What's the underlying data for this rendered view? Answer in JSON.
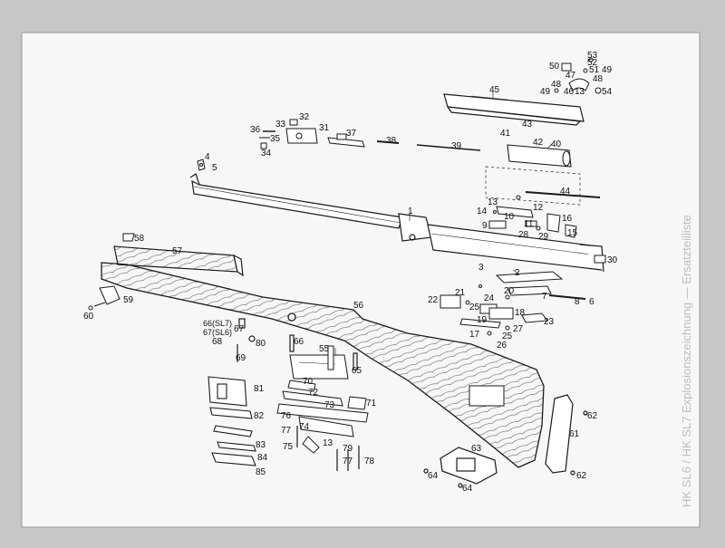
{
  "diagram": {
    "rotated_caption": "HK SL6 / HK SL7 Explosionszeichnung — Ersatzteilliste",
    "colors": {
      "paper": "#f7f7f7",
      "ink": "#1a1a1a",
      "background": "#c7c7c7"
    },
    "part_labels": {
      "p1": "1",
      "p2": "2",
      "p3": "3",
      "p4": "4",
      "p5": "5",
      "p6": "6",
      "p7": "7",
      "p8": "8",
      "p9": "9",
      "p10": "10",
      "p11": "11",
      "p12": "12",
      "p13": "13",
      "p13b": "13",
      "p13c": "13",
      "p14": "14",
      "p15": "15",
      "p16": "16",
      "p17": "17",
      "p18": "18",
      "p19": "19",
      "p20": "20",
      "p21": "21",
      "p22": "22",
      "p23": "23",
      "p24": "24",
      "p25": "25",
      "p25b": "25",
      "p26": "26",
      "p27": "27",
      "p28": "28",
      "p29": "29",
      "p30": "30",
      "p31": "31",
      "p32": "32",
      "p33": "33",
      "p34": "34",
      "p35": "35",
      "p36": "36",
      "p37": "37",
      "p38": "38",
      "p39": "39",
      "p40": "40",
      "p41": "41",
      "p42": "42",
      "p43": "43",
      "p44": "44",
      "p45": "45",
      "p46": "46",
      "p47": "47",
      "p48": "48",
      "p48b": "48",
      "p49": "49",
      "p49b": "49",
      "p50": "50",
      "p51": "51",
      "p52": "52",
      "p53": "53",
      "p54": "54",
      "p55": "55",
      "p56": "56",
      "p57": "57",
      "p58": "58",
      "p59": "59",
      "p60": "60",
      "p61": "61",
      "p62": "62",
      "p62b": "62",
      "p63": "63",
      "p64": "64",
      "p64b": "64",
      "p65": "65",
      "p66": "66",
      "p66sl7": "66(SL7)",
      "p67": "67",
      "p67sl6": "67(SL6)",
      "p68": "68",
      "p69": "69",
      "p70": "70",
      "p71": "71",
      "p72": "72",
      "p73": "73",
      "p74": "74",
      "p75": "75",
      "p76": "76",
      "p77": "77",
      "p77b": "77",
      "p78": "78",
      "p79": "79",
      "p80": "80",
      "p81": "81",
      "p82": "82",
      "p83": "83",
      "p84": "84",
      "p85": "85"
    }
  }
}
